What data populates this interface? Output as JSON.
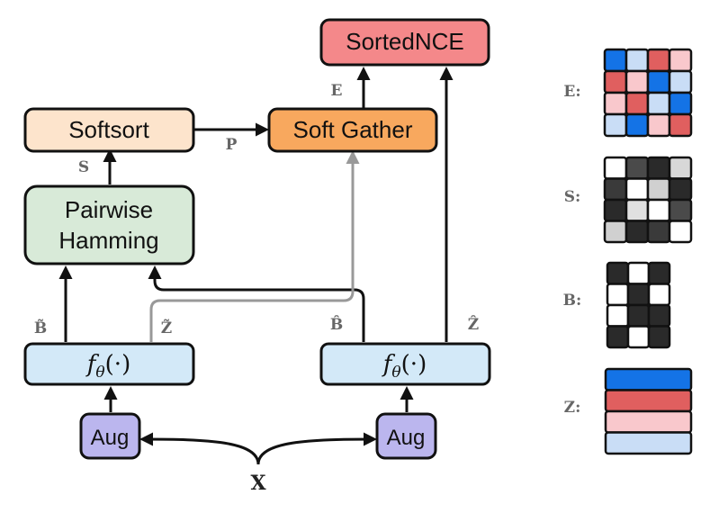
{
  "boxes": {
    "sortednce": "SortedNCE",
    "softsort": "Softsort",
    "softgather": "Soft Gather",
    "pairwise_line1": "Pairwise",
    "pairwise_line2": "Hamming",
    "encoder_left": "f",
    "encoder_right": "f",
    "encoder_sub": "θ",
    "encoder_arg": "(·)",
    "aug_left": "Aug",
    "aug_right": "Aug"
  },
  "labels": {
    "E": "E",
    "P": "P",
    "S": "S",
    "B_tilde": "B̃",
    "Z_tilde": "Z̃",
    "B_hat": "B̂",
    "Z_hat": "Ẑ",
    "X": "X"
  },
  "legend": {
    "E": "E:",
    "S": "S:",
    "B": "B:",
    "Z": "Z:"
  },
  "colors": {
    "sortednce": "#F4888A",
    "softsort": "#FDE4CC",
    "softgather": "#F8A85E",
    "pairwise": "#D8EAD8",
    "encoder": "#D3E9F8",
    "aug": "#BBB6EE",
    "gray_arrow": "#999999",
    "blue": "#1473E6",
    "red": "#E05F5F",
    "pink": "#F9C8CC",
    "lightblue": "#C9DDF6"
  },
  "matrices": {
    "E": [
      [
        "blue",
        "lightblue",
        "red",
        "pink"
      ],
      [
        "red",
        "pink",
        "blue",
        "lightblue"
      ],
      [
        "pink",
        "red",
        "lightblue",
        "blue"
      ],
      [
        "lightblue",
        "blue",
        "pink",
        "red"
      ]
    ],
    "S": [
      [
        "#ffffff",
        "#4a4a4a",
        "#2a2a2a",
        "#d8d8d8"
      ],
      [
        "#3a3a3a",
        "#ffffff",
        "#d0d0d0",
        "#2a2a2a"
      ],
      [
        "#2a2a2a",
        "#e0e0e0",
        "#ffffff",
        "#4a4a4a"
      ],
      [
        "#d0d0d0",
        "#2a2a2a",
        "#3a3a3a",
        "#ffffff"
      ]
    ],
    "B": [
      [
        "#2a2a2a",
        "#ffffff",
        "#2a2a2a"
      ],
      [
        "#ffffff",
        "#2a2a2a",
        "#ffffff"
      ],
      [
        "#ffffff",
        "#2a2a2a",
        "#2a2a2a"
      ],
      [
        "#2a2a2a",
        "#ffffff",
        "#2a2a2a"
      ]
    ],
    "Z": [
      "blue",
      "red",
      "pink",
      "lightblue"
    ]
  }
}
